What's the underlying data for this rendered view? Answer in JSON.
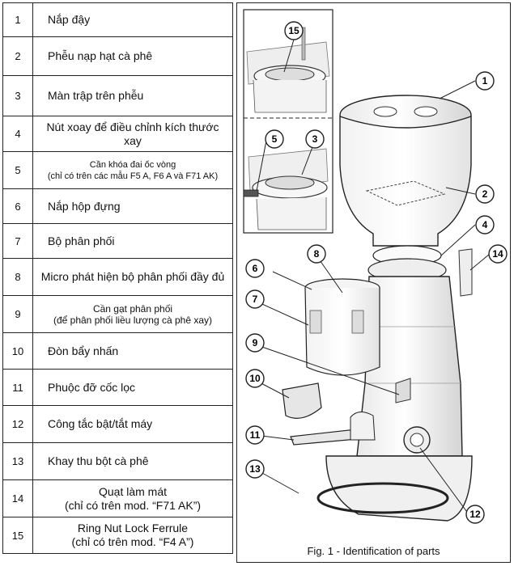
{
  "parts": [
    {
      "num": "1",
      "name": "Nắp đậy"
    },
    {
      "num": "2",
      "name": "Phễu nạp hạt cà phê"
    },
    {
      "num": "3",
      "name": "Màn trập trên phễu"
    },
    {
      "num": "4",
      "name": "Nút xoay để điều chỉnh kích thước xay"
    },
    {
      "num": "5",
      "name": "Cần khóa đai ốc vòng\n(chỉ có trên các mẫu F5 A, F6 A và F71 AK)"
    },
    {
      "num": "6",
      "name": "Nắp hộp đựng"
    },
    {
      "num": "7",
      "name": "Bộ phân phối"
    },
    {
      "num": "8",
      "name": "Micro phát hiện bộ phân phối đầy đủ"
    },
    {
      "num": "9",
      "name": "Cần gạt phân phối\n(để phân phối liều lượng cà phê xay)"
    },
    {
      "num": "10",
      "name": "Đòn bẩy nhấn"
    },
    {
      "num": "11",
      "name": "Phuộc đỡ cốc lọc"
    },
    {
      "num": "12",
      "name": "Công tắc bật/tắt máy"
    },
    {
      "num": "13",
      "name": "Khay thu bột cà phê"
    },
    {
      "num": "14",
      "name": "Quạt làm mát\n(chỉ có trên mod. “F71 AK”)"
    },
    {
      "num": "15",
      "name": "Ring Nut Lock Ferrule\n(chỉ có trên mod. “F4 A”)"
    }
  ],
  "figure": {
    "caption": "Fig. 1  - Identification of parts",
    "callouts": [
      "1",
      "2",
      "3",
      "4",
      "5",
      "6",
      "7",
      "8",
      "9",
      "10",
      "11",
      "12",
      "13",
      "14",
      "15"
    ]
  }
}
